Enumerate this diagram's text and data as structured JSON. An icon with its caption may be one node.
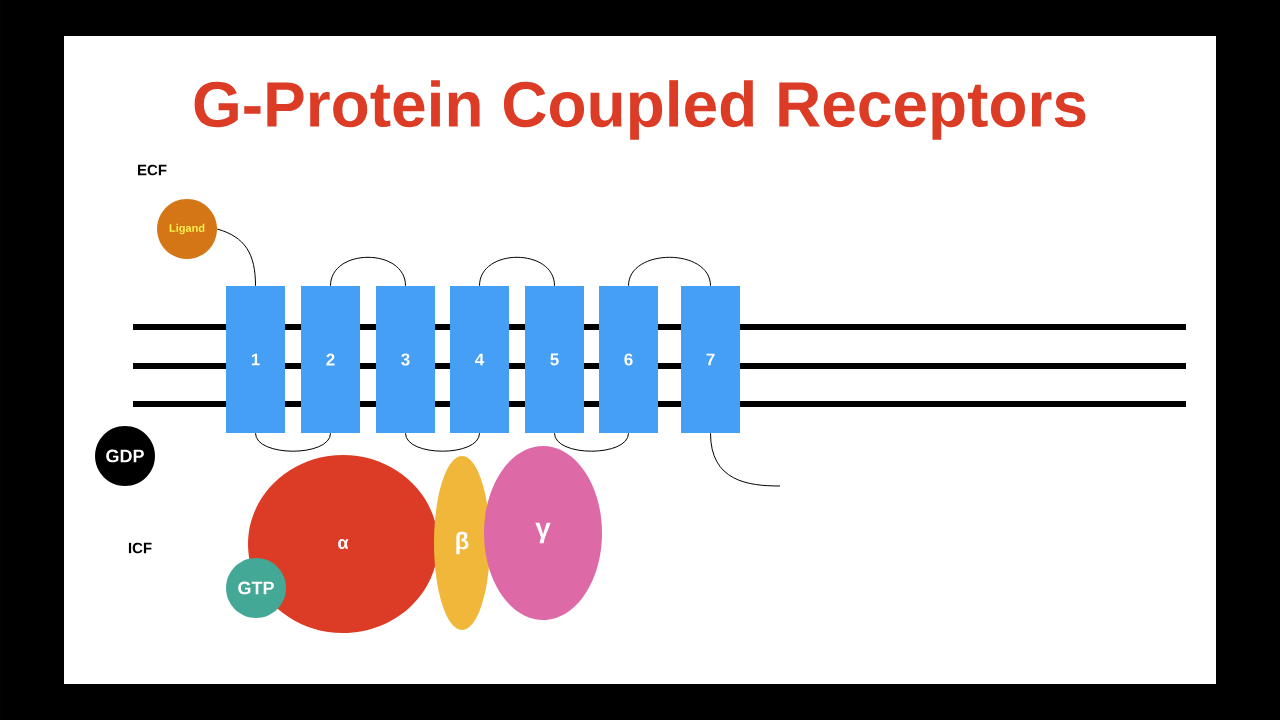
{
  "diagram": {
    "title": "G-Protein Coupled Receptors",
    "nodes": [
      {
        "text": [
          "Ligand"
        ]
      },
      {
        "text": [
          "1"
        ]
      },
      {
        "text": [
          "2"
        ]
      },
      {
        "text": [
          "3"
        ]
      },
      {
        "text": [
          "4"
        ]
      },
      {
        "text": [
          "5"
        ]
      },
      {
        "text": [
          "6"
        ]
      },
      {
        "text": [
          "7"
        ]
      },
      {
        "text": [
          "GDP"
        ]
      },
      {
        "text": [
          "α"
        ]
      },
      {
        "text": [
          "β"
        ]
      },
      {
        "text": [
          "γ"
        ]
      },
      {
        "text": [
          "GTP"
        ]
      }
    ],
    "edges": [
      {
        "from": 0,
        "to": 1,
        "arrow": "none"
      },
      {
        "from": 2,
        "to": 3,
        "arrow": "none"
      },
      {
        "from": 4,
        "to": 5,
        "arrow": "none"
      },
      {
        "from": 6,
        "to": 7,
        "arrow": "none"
      },
      {
        "from": 1,
        "to": 2,
        "arrow": "none"
      },
      {
        "from": 3,
        "to": 4,
        "arrow": "none"
      },
      {
        "from": 5,
        "to": 6,
        "arrow": "none"
      },
      {
        "from": 7,
        "to": null,
        "arrow": "none"
      }
    ],
    "labels": [
      "ECF",
      "ICF"
    ]
  }
}
